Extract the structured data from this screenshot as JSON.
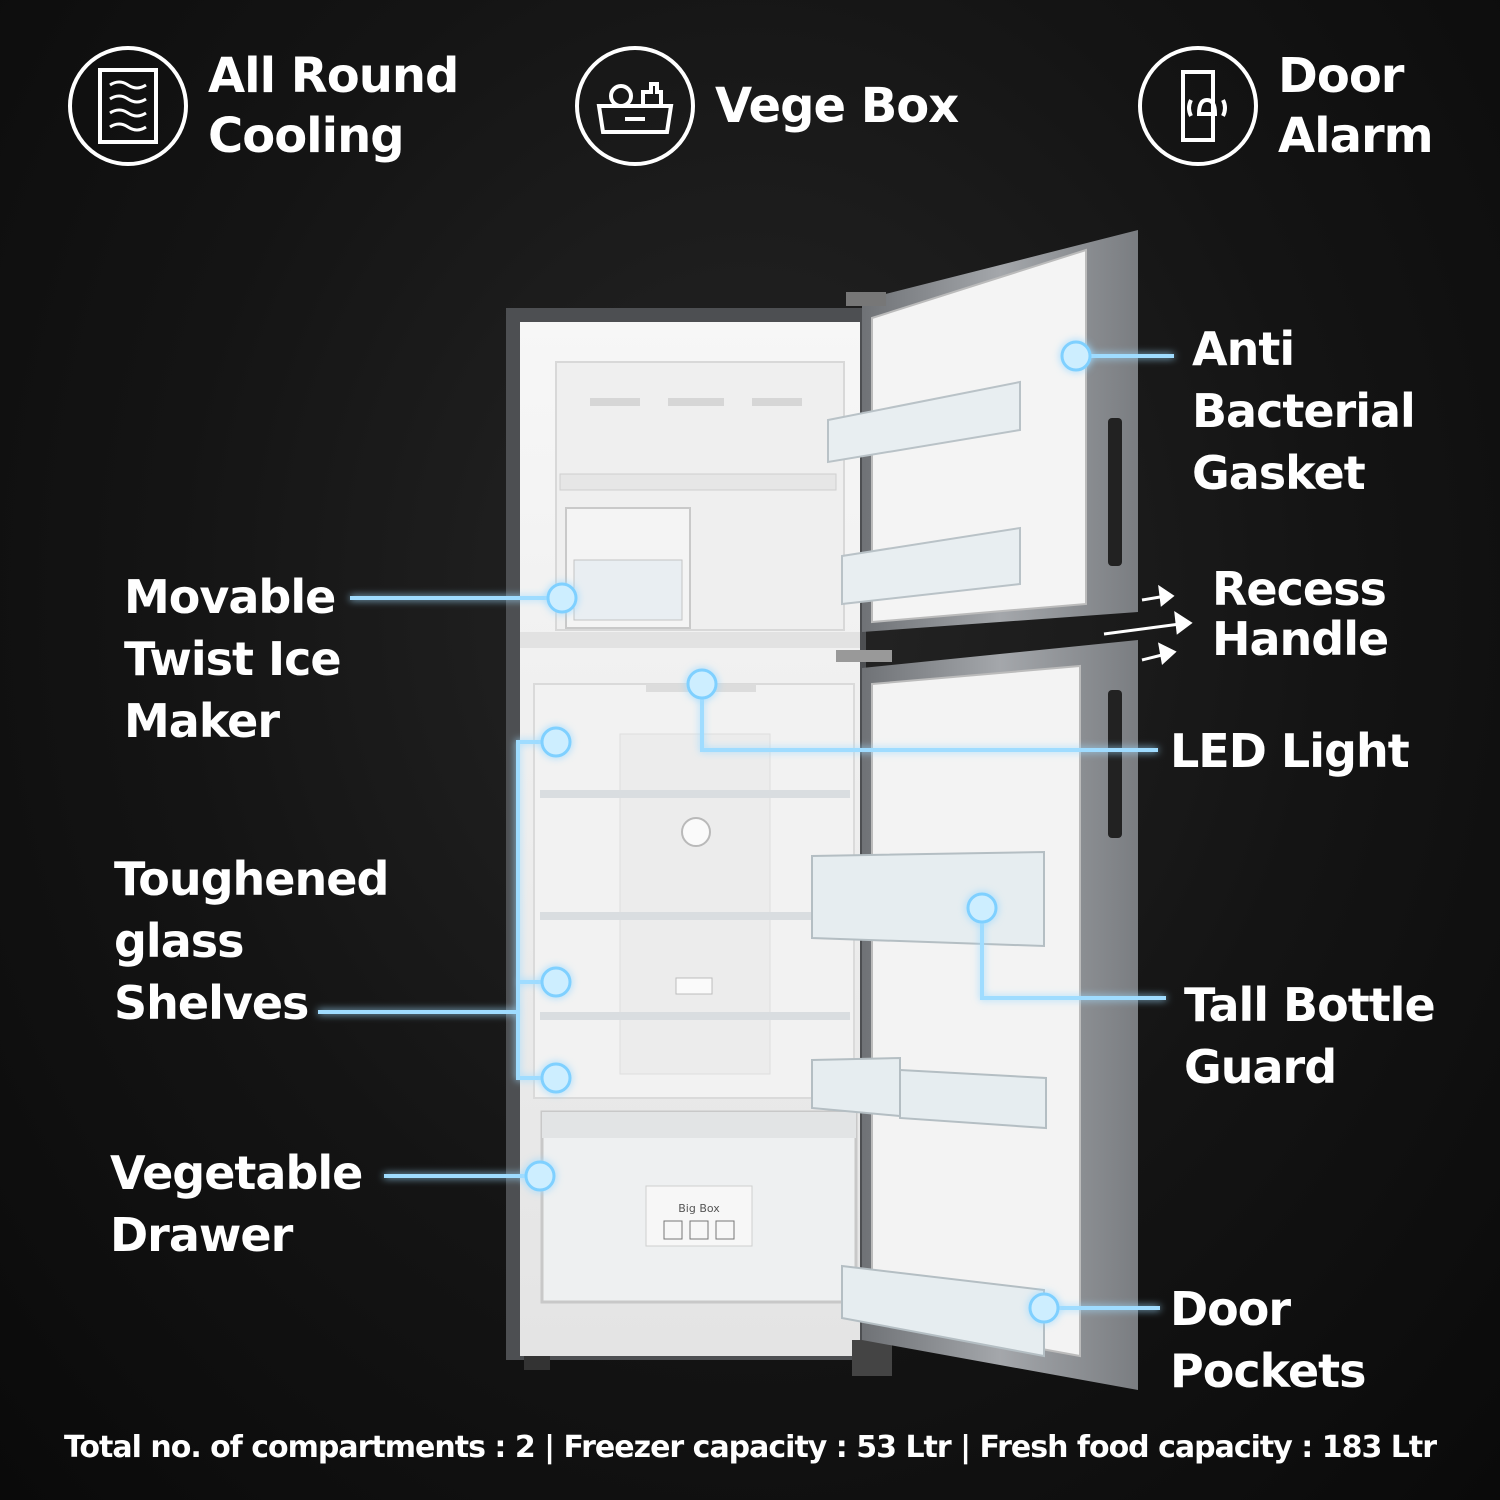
{
  "features": [
    {
      "icon": "all-round-cooling-icon",
      "line1": "All Round",
      "line2": "Cooling"
    },
    {
      "icon": "vege-box-icon",
      "line1": "Vege Box",
      "line2": ""
    },
    {
      "icon": "door-alarm-icon",
      "line1": "Door",
      "line2": "Alarm"
    }
  ],
  "callouts": {
    "anti_bacterial_gasket": [
      "Anti",
      "Bacterial",
      "Gasket"
    ],
    "recess_handle": [
      "Recess",
      "Handle"
    ],
    "movable_twist_ice_maker": [
      "Movable",
      "Twist Ice",
      "Maker"
    ],
    "led_light": [
      "LED Light"
    ],
    "toughened_glass_shelves": [
      "Toughened",
      "glass",
      "Shelves"
    ],
    "tall_bottle_guard": [
      "Tall Bottle",
      "Guard"
    ],
    "vegetable_drawer": [
      "Vegetable",
      "Drawer"
    ],
    "door_pockets": [
      "Door",
      "Pockets"
    ]
  },
  "drawer_label": "Big Box",
  "footer": "Total no. of compartments : 2 | Freezer capacity : 53 Ltr | Fresh food capacity : 183 Ltr",
  "colors": {
    "accent": "#bfe8ff",
    "glow": "#5ec8ff",
    "background": "#141414",
    "steel": "#8a8d92"
  }
}
